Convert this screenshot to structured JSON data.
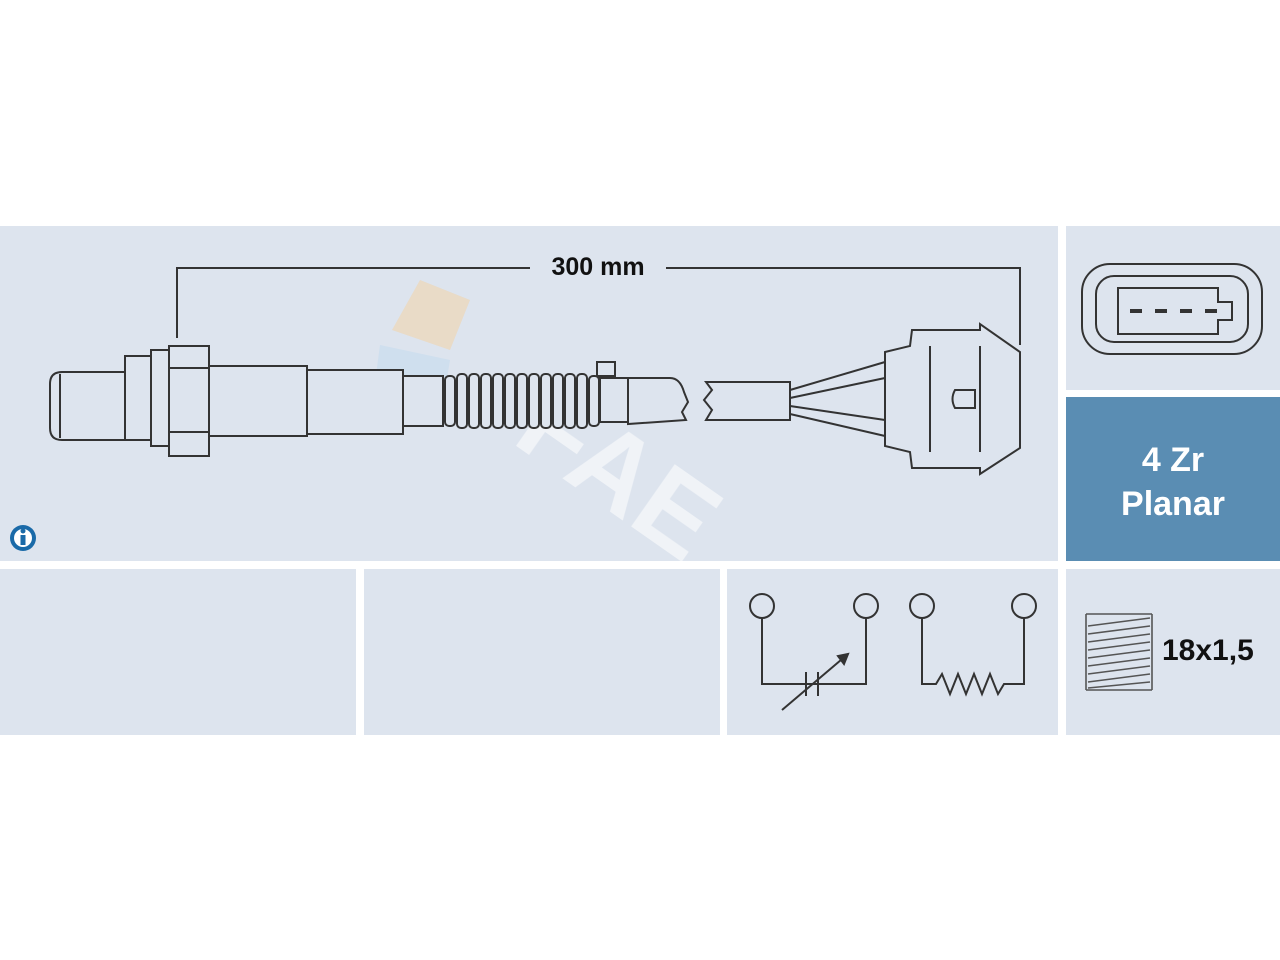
{
  "dimension": {
    "length_label": "300 mm"
  },
  "sensor_type": {
    "line1": "4 Zr",
    "line2": "Planar"
  },
  "thread": {
    "label": "18x1,5"
  },
  "watermark": {
    "text": "FAE"
  },
  "connector": {
    "pins": 4
  },
  "colors": {
    "panel_bg": "#dde4ee",
    "type_panel_bg": "#5a8db3",
    "info_icon": "#1a6aa8",
    "line": "#333333"
  },
  "icons": [
    "info-icon",
    "connector-pin-icon",
    "thread-icon",
    "heater-resistor-symbol",
    "variable-resistor-symbol"
  ]
}
